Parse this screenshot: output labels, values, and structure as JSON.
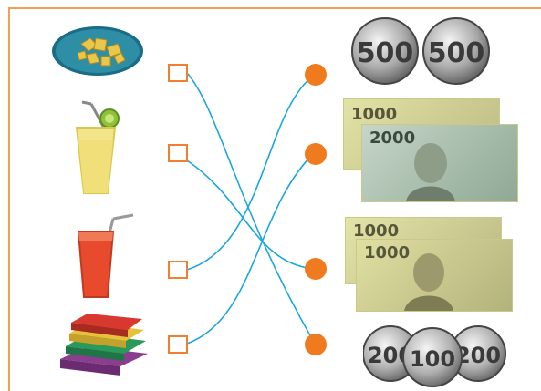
{
  "colors": {
    "frame": "#f0a050",
    "box": "#f08030",
    "dot": "#f07a1e",
    "line": "#1aa7dc"
  },
  "items": [
    {
      "name": "snack-plate",
      "icon": "chips-plate-icon"
    },
    {
      "name": "lemonade-glass",
      "icon": "lemonade-glass-icon"
    },
    {
      "name": "red-drink-glass",
      "icon": "red-drink-icon"
    },
    {
      "name": "book-stack",
      "icon": "books-icon"
    }
  ],
  "prices": {
    "row1": {
      "coins": [
        "500",
        "500"
      ]
    },
    "row2": {
      "notes": [
        "1000",
        "2000"
      ]
    },
    "row3": {
      "notes": [
        "1000",
        "1000"
      ]
    },
    "row4": {
      "coins": [
        "200",
        "100",
        "200"
      ]
    }
  }
}
